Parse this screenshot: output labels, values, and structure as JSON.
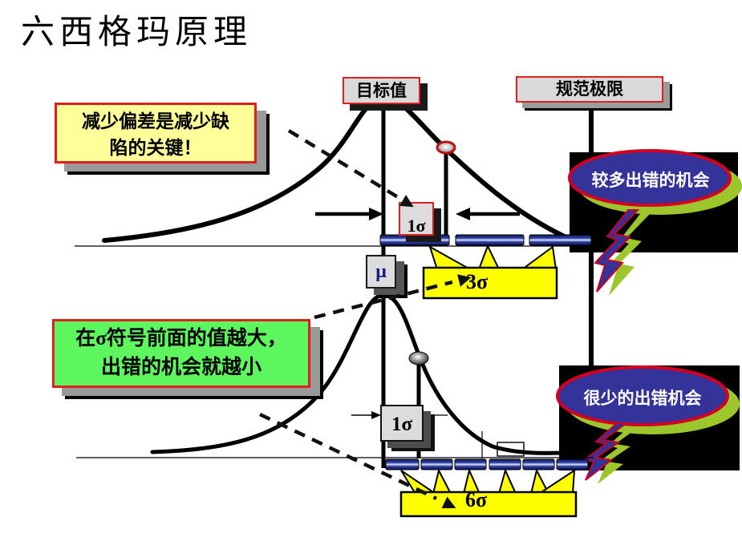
{
  "slide": {
    "title": "六西格玛原理"
  },
  "labels": {
    "target_value": "目标值",
    "spec_limit": "规范极限",
    "mu": "μ",
    "one_sigma_top": "1σ",
    "one_sigma_bottom": "1σ",
    "three_sigma": "3σ",
    "six_sigma": "6σ"
  },
  "callouts": {
    "reduce_deviation": "减少偏差是减少缺\n陷的关键！",
    "sigma_value": "在σ符号前面的值越大，\n出错的机会就越小"
  },
  "bubbles": {
    "many_errors": "较多出错的机会",
    "few_errors": "很少的出错机会"
  },
  "colors": {
    "callout_yellow": "#FFFF99",
    "callout_green": "#5EF65E",
    "starburst_yellow": "#FFFF00",
    "bubble_navy": "#333399",
    "bubble_shadow_green": "#9DC62D",
    "accent_red": "#E02020",
    "bar_navy": "#1A2470"
  }
}
